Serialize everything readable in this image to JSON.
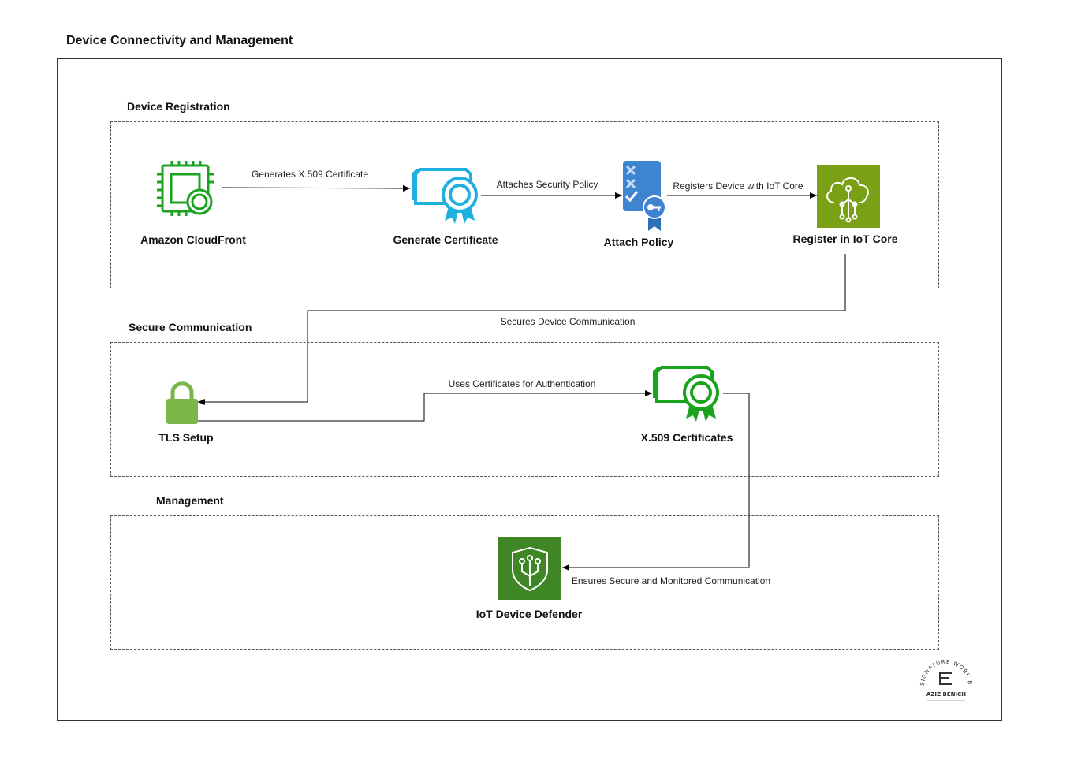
{
  "title": "Device Connectivity and Management",
  "groups": {
    "registration": "Device Registration",
    "secure": "Secure Communication",
    "management": "Management"
  },
  "nodes": {
    "cloudfront": "Amazon CloudFront",
    "generate_cert": "Generate Certificate",
    "attach_policy": "Attach Policy",
    "register_iot": "Register in IoT Core",
    "tls": "TLS Setup",
    "x509": "X.509 Certificates",
    "defender": "IoT Device Defender"
  },
  "edges": {
    "e1": "Generates X.509 Certificate",
    "e2": "Attaches Security Policy",
    "e3": "Registers Device with IoT Core",
    "e4": "Secures Device Communication",
    "e5": "Uses Certificates for Authentication",
    "e6": "Ensures Secure and Monitored Communication"
  },
  "watermark": {
    "ring_text": "SIGNATURE WORK BY",
    "name": "AZIZ BENICH"
  },
  "colors": {
    "aws_green": "#1aa31f",
    "cert_blue": "#1fb0e0",
    "policy_blue": "#3f84d1",
    "iot_green": "#7aa116",
    "lock_green": "#7ab648",
    "defender_green": "#3f8624"
  }
}
